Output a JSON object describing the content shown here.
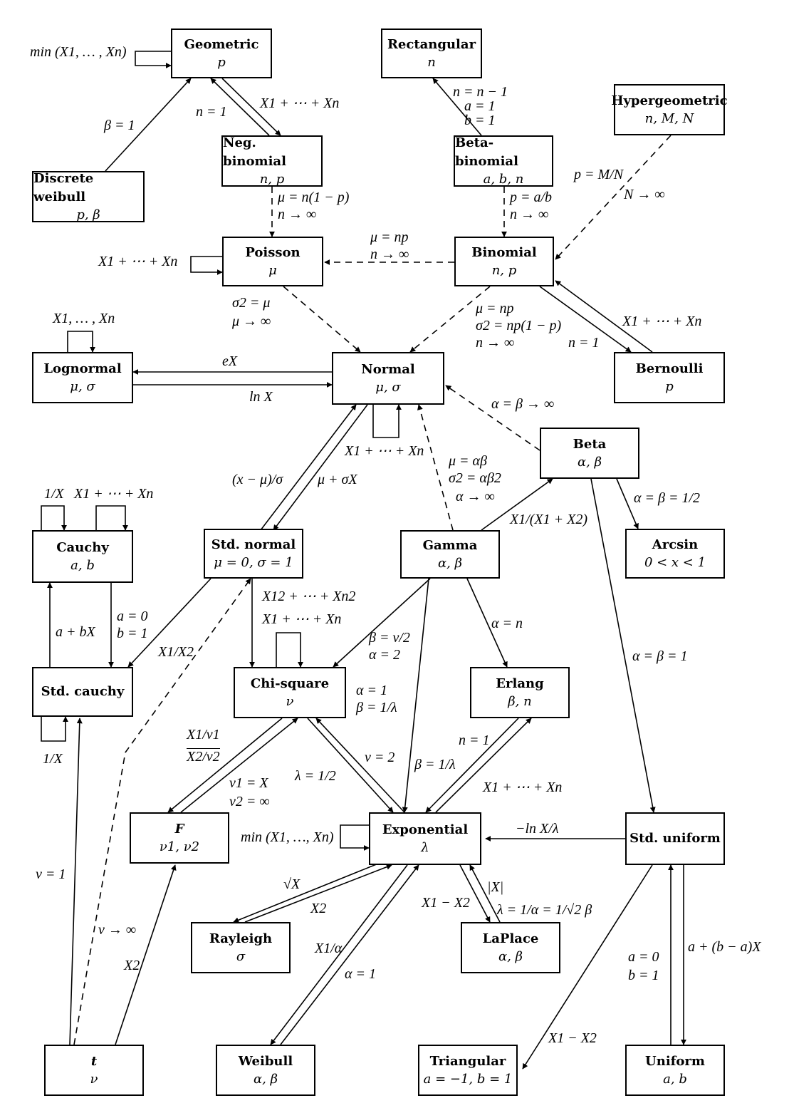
{
  "nodes": {
    "geometric": {
      "name": "Geometric",
      "params": "p"
    },
    "rectangular": {
      "name": "Rectangular",
      "params": "n"
    },
    "hypergeometric": {
      "name": "Hypergeometric",
      "params": "n, M, N"
    },
    "neg_binomial": {
      "name": "Neg. binomial",
      "params": "n, p"
    },
    "beta_binomial": {
      "name": "Beta-binomial",
      "params": "a, b, n"
    },
    "discrete_weibull": {
      "name": "Discrete weibull",
      "params": "p, β"
    },
    "poisson": {
      "name": "Poisson",
      "params": "μ"
    },
    "binomial": {
      "name": "Binomial",
      "params": "n, p"
    },
    "lognormal": {
      "name": "Lognormal",
      "params": "μ, σ"
    },
    "normal": {
      "name": "Normal",
      "params": "μ, σ"
    },
    "bernoulli": {
      "name": "Bernoulli",
      "params": "p"
    },
    "beta": {
      "name": "Beta",
      "params": "α, β"
    },
    "cauchy": {
      "name": "Cauchy",
      "params": "a, b"
    },
    "std_normal": {
      "name": "Std. normal",
      "params": "μ = 0, σ = 1"
    },
    "gamma": {
      "name": "Gamma",
      "params": "α, β"
    },
    "arcsin": {
      "name": "Arcsin",
      "params": "0 < x < 1"
    },
    "std_cauchy": {
      "name": "Std. cauchy",
      "params": ""
    },
    "chi_square": {
      "name": "Chi-square",
      "params": "ν"
    },
    "erlang": {
      "name": "Erlang",
      "params": "β, n"
    },
    "f": {
      "name": "F",
      "params": "ν1, ν2"
    },
    "exponential": {
      "name": "Exponential",
      "params": "λ"
    },
    "std_uniform": {
      "name": "Std. uniform",
      "params": ""
    },
    "rayleigh": {
      "name": "Rayleigh",
      "params": "σ"
    },
    "laplace": {
      "name": "LaPlace",
      "params": "α, β"
    },
    "t": {
      "name": "t",
      "params": "ν"
    },
    "weibull": {
      "name": "Weibull",
      "params": "α, β"
    },
    "triangular": {
      "name": "Triangular",
      "params": "a = −1, b = 1"
    },
    "uniform": {
      "name": "Uniform",
      "params": "a, b"
    }
  },
  "labels": {
    "geo_self": "min (X1, … , Xn)",
    "dw_geo": "β = 1",
    "nb_geo": "n = 1",
    "geo_nb": "X1 + ⋯ + Xn",
    "bb_rect_1": "n = n − 1",
    "bb_rect_2": "a = 1",
    "bb_rect_3": "b = 1",
    "nb_poi_1": "μ = n(1 − p)",
    "nb_poi_2": "n → ∞",
    "bb_bin_1": "p = a/b",
    "bb_bin_2": "n → ∞",
    "hyp_bin_1": "p = M/N",
    "hyp_bin_2": "N → ∞",
    "poi_self": "X1 + ⋯ + Xn",
    "bin_poi_1": "μ = np",
    "bin_poi_2": "n → ∞",
    "poi_norm_1": "σ2 = μ",
    "poi_norm_2": "μ → ∞",
    "bin_norm_1": "μ = np",
    "bin_norm_2": "σ2 = np(1 − p)",
    "bin_norm_3": "n → ∞",
    "bin_bern": "n = 1",
    "bern_bin": "X1 + ⋯ + Xn",
    "logn_self": "X1, … , Xn",
    "norm_logn": "eX",
    "logn_norm": "ln X",
    "beta_norm": "α = β → ∞",
    "norm_self": "X1 + ⋯ + Xn",
    "norm_std": "(x − μ)/σ",
    "std_norm": "μ + σX",
    "gam_norm_1": "μ = αβ",
    "gam_norm_2": "σ2 = αβ2",
    "gam_norm_3": "α → ∞",
    "cauchy_self_1": "1/X",
    "cauchy_self_2": "X1 + ⋯ + Xn",
    "gam_beta": "X1/(X1 + X2)",
    "beta_arcsin": "α = β = 1/2",
    "std_chi_1": "X12 + ⋯ + Xn2",
    "chi_self": "X1 + ⋯ + Xn",
    "cauchy_std_1": "a = 0",
    "cauchy_std_2": "b = 1",
    "std_cauchy_up": "a + bX",
    "norm_stdc": "X1/X2",
    "gam_chi_1": "β = ν/2",
    "gam_chi_2": "α = 2",
    "gam_erl": "α = n",
    "beta_stdu": "α = β = 1",
    "chi_exp_1": "α = 1",
    "chi_exp_2": "β = 1/λ",
    "stdc_self": "1/X",
    "f_num_1": "X1/ν1",
    "f_num_2": "X2/ν2",
    "chi_f_1": "ν1 = X",
    "chi_f_2": "ν2 = ∞",
    "exp_chi_1": "ν = 2",
    "exp_chi_2": "λ = 1/2",
    "gam_exp": "β = 1/λ",
    "erl_exp": "n = 1",
    "exp_erl": "X1 + ⋯ + Xn",
    "exp_self": "min (X1, …, Xn)",
    "stdu_exp": "−ln X/λ",
    "t_stdc": "ν = 1",
    "t_std": "ν → ∞",
    "t_f": "X2",
    "ray_exp": "√X",
    "exp_ray": "X2",
    "exp_lap_1": "X1 − X2",
    "exp_lap_2": "|X|",
    "exp_lap_3": "λ = 1/α = 1/√2 β",
    "wei_exp": "X1/α",
    "exp_wei": "α = 1",
    "stdu_tri": "X1 − X2",
    "uni_stdu_1": "a = 0",
    "uni_stdu_2": "b = 1",
    "stdu_uni": "a + (b − a)X"
  }
}
